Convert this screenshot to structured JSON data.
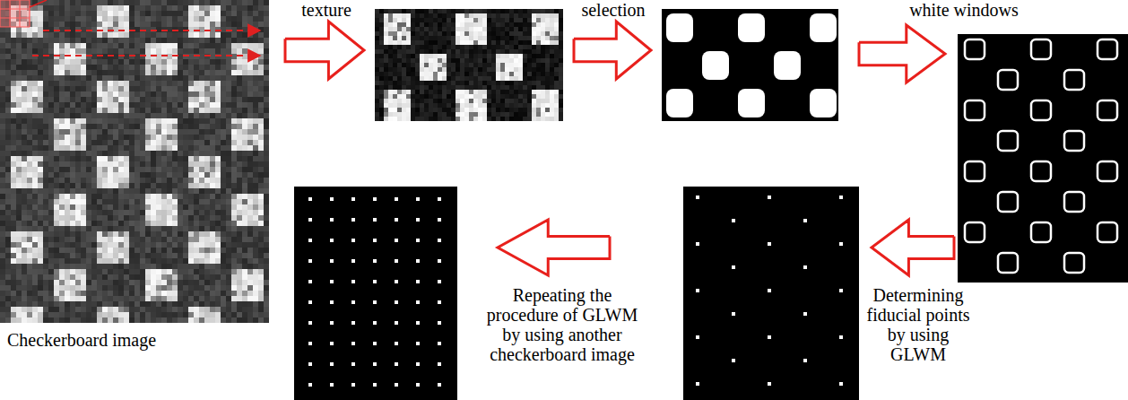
{
  "diagram": {
    "labels": [
      "texture",
      "selection",
      "white windows",
      "Checkerboard image",
      "Repeating the procedure of GLWM by using another checkerboard image",
      "Determining fiducial points by using GLWM"
    ]
  }
}
